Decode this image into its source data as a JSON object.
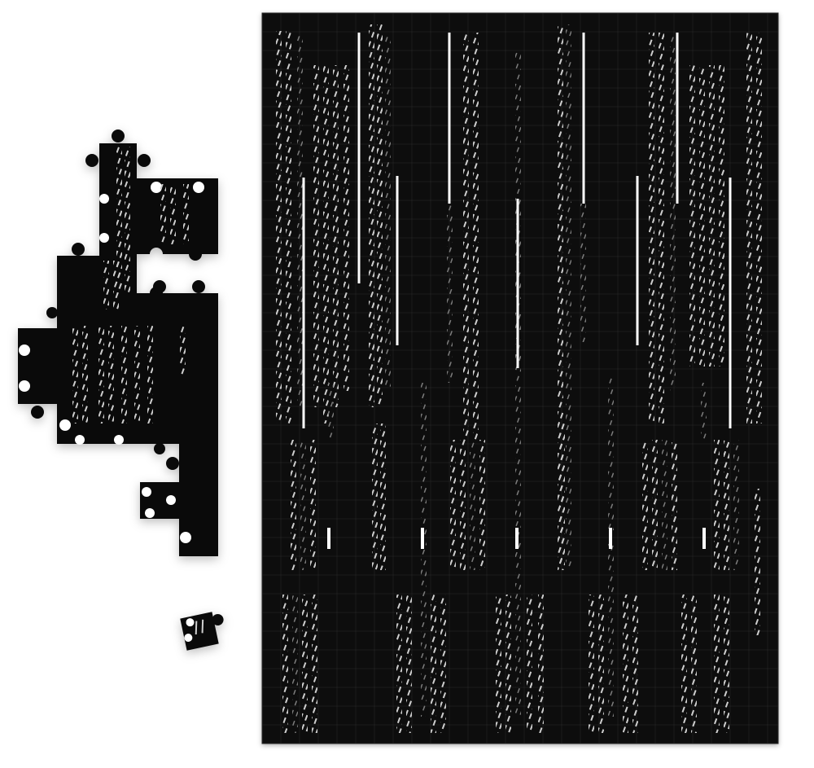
{
  "app": {
    "view": "jigsaw-puzzle-workspace"
  },
  "colors": {
    "background": "#ffffff",
    "board": "#0d0d0d",
    "board_edge": "#2a2a2a",
    "seam": "#3a3a3a",
    "piece": "#0a0a0a",
    "bar": "#ffffff",
    "stripe_light": "#d8d8d8",
    "stripe_dim": "#8a8a8a"
  },
  "board": {
    "grid": "jigsaw",
    "image": "vertical-white-bars-and-stripes-on-black"
  },
  "loose_pieces": {
    "clusters": 3
  }
}
